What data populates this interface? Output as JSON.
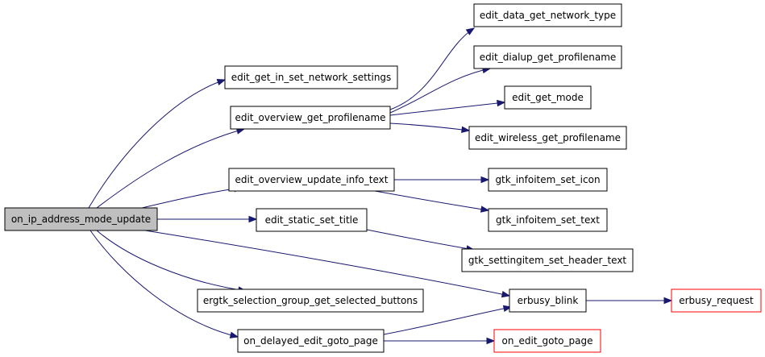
{
  "graph": {
    "nodes": [
      {
        "id": "n0",
        "label": "on_ip_address_mode_update",
        "style": "root"
      },
      {
        "id": "n1",
        "label": "edit_get_in_set_network_settings",
        "style": "normal"
      },
      {
        "id": "n2",
        "label": "edit_overview_get_profilename",
        "style": "normal"
      },
      {
        "id": "n3",
        "label": "edit_data_get_network_type",
        "style": "normal"
      },
      {
        "id": "n4",
        "label": "edit_dialup_get_profilename",
        "style": "normal"
      },
      {
        "id": "n5",
        "label": "edit_get_mode",
        "style": "normal"
      },
      {
        "id": "n6",
        "label": "edit_wireless_get_profilename",
        "style": "normal"
      },
      {
        "id": "n7",
        "label": "edit_overview_update_info_text",
        "style": "normal"
      },
      {
        "id": "n8",
        "label": "gtk_infoitem_set_icon",
        "style": "normal"
      },
      {
        "id": "n9",
        "label": "gtk_infoitem_set_text",
        "style": "normal"
      },
      {
        "id": "n10",
        "label": "edit_static_set_title",
        "style": "normal"
      },
      {
        "id": "n11",
        "label": "gtk_settingitem_set_header_text",
        "style": "normal"
      },
      {
        "id": "n12",
        "label": "ergtk_selection_group_get_selected_buttons",
        "style": "normal"
      },
      {
        "id": "n13",
        "label": "erbusy_blink",
        "style": "normal"
      },
      {
        "id": "n14",
        "label": "erbusy_request",
        "style": "truncated"
      },
      {
        "id": "n15",
        "label": "on_delayed_edit_goto_page",
        "style": "normal"
      },
      {
        "id": "n16",
        "label": "on_edit_goto_page",
        "style": "truncated"
      }
    ],
    "edges": [
      {
        "from": "n0",
        "to": "n1"
      },
      {
        "from": "n0",
        "to": "n2"
      },
      {
        "from": "n0",
        "to": "n7"
      },
      {
        "from": "n0",
        "to": "n10"
      },
      {
        "from": "n0",
        "to": "n12"
      },
      {
        "from": "n0",
        "to": "n13"
      },
      {
        "from": "n0",
        "to": "n15"
      },
      {
        "from": "n2",
        "to": "n3"
      },
      {
        "from": "n2",
        "to": "n4"
      },
      {
        "from": "n2",
        "to": "n5"
      },
      {
        "from": "n2",
        "to": "n6"
      },
      {
        "from": "n7",
        "to": "n8"
      },
      {
        "from": "n7",
        "to": "n9"
      },
      {
        "from": "n10",
        "to": "n11"
      },
      {
        "from": "n13",
        "to": "n14"
      },
      {
        "from": "n15",
        "to": "n13"
      },
      {
        "from": "n15",
        "to": "n16"
      }
    ],
    "colors": {
      "edge": "#191970",
      "root_fill": "#bfbfbf",
      "normal_border": "#000000",
      "truncated_border": "#ff0000",
      "background": "#ffffff"
    }
  }
}
